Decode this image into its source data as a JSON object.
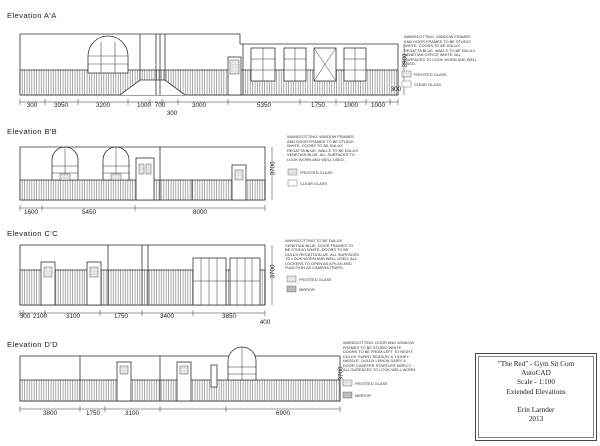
{
  "elevations": [
    {
      "title": "Elevation A'A",
      "dims": [
        "300",
        "3950",
        "3200",
        "1000",
        "700",
        "3000",
        "5350",
        "1750",
        "1000",
        "1000",
        "300"
      ],
      "sub_dim": "300",
      "height": "2900",
      "height_right": "300",
      "note": "WAINSCOTTING, WINDOW FRAMES AND DOOR FRAMES TO BE STUDIO WHITE. COORS TO BE DULUX REGATTA BLUE. WALLS TO BE DULUX VENETIAN OFFICE WHITE. ALL SURFACES TO LOOK WORN AND WELL USED.",
      "legend": [
        "FROSTED GLASS",
        "CLEAR GLASS"
      ]
    },
    {
      "title": "Elevation B'B",
      "dims": [
        "1600",
        "5450",
        "8000"
      ],
      "height": "3700",
      "note": "WAINSCOTTING, WINDOW FRAMES AND DOOR FRAMES TO BE STUDIO WHITE. COORS TO BE DULUX REGATTA BLUE. WALLS TO BE DULUX VENETIAN BLUE. ALL SURFACES TO LOOK WORN AND WELL USED.",
      "legend": [
        "FROSTED GLASS",
        "CLEAR GLASS"
      ]
    },
    {
      "title": "Elevation C'C",
      "dims": [
        "300",
        "2100",
        "3100",
        "1750",
        "3400",
        "3850"
      ],
      "sub_dim": "400",
      "height": "3700",
      "note": "WAINSCOTTING TO BE DULUX VENETIAN BLUE. DOOR FRAMES TO BE STUDIO WHITE. DOORS TO BE DULUX REGATTA BLUE. ALL SURFACES TO LOOK WORN AND WELL USED. ALL LOCKERS TO OPEN AS A PLAN AND FUNCTION AS CAMERA TRAPS.",
      "legend": [
        "FROSTED GLASS",
        "MIRROR"
      ]
    },
    {
      "title": "Elevation D'D",
      "dims": [
        "3800",
        "1750",
        "3100",
        "6900"
      ],
      "height": "3700",
      "note": "WAINSCOTTING, DOOR AND WINDOW FRAMES TO BE STUDIO WHITE. DOORS TO BE FROM LEFT TO RIGHT: DULUX 'SUNNY SEASON' & 'HONEY HASSLE'. DULUX LEMON DAIRY & DOOR CHARTER STARTLER DIRECT. ALL SURFACES TO LOOK WELL WORN.",
      "legend": [
        "FROSTED GLASS",
        "MIRROR"
      ]
    }
  ],
  "title_block": {
    "line1": "\"The Red\" - Gym Sit Com",
    "line2": "AutoCAD",
    "line3": "Scale - 1:100",
    "line4": "Extended Elevations",
    "author": "Erin Larnder",
    "year": "2013"
  }
}
